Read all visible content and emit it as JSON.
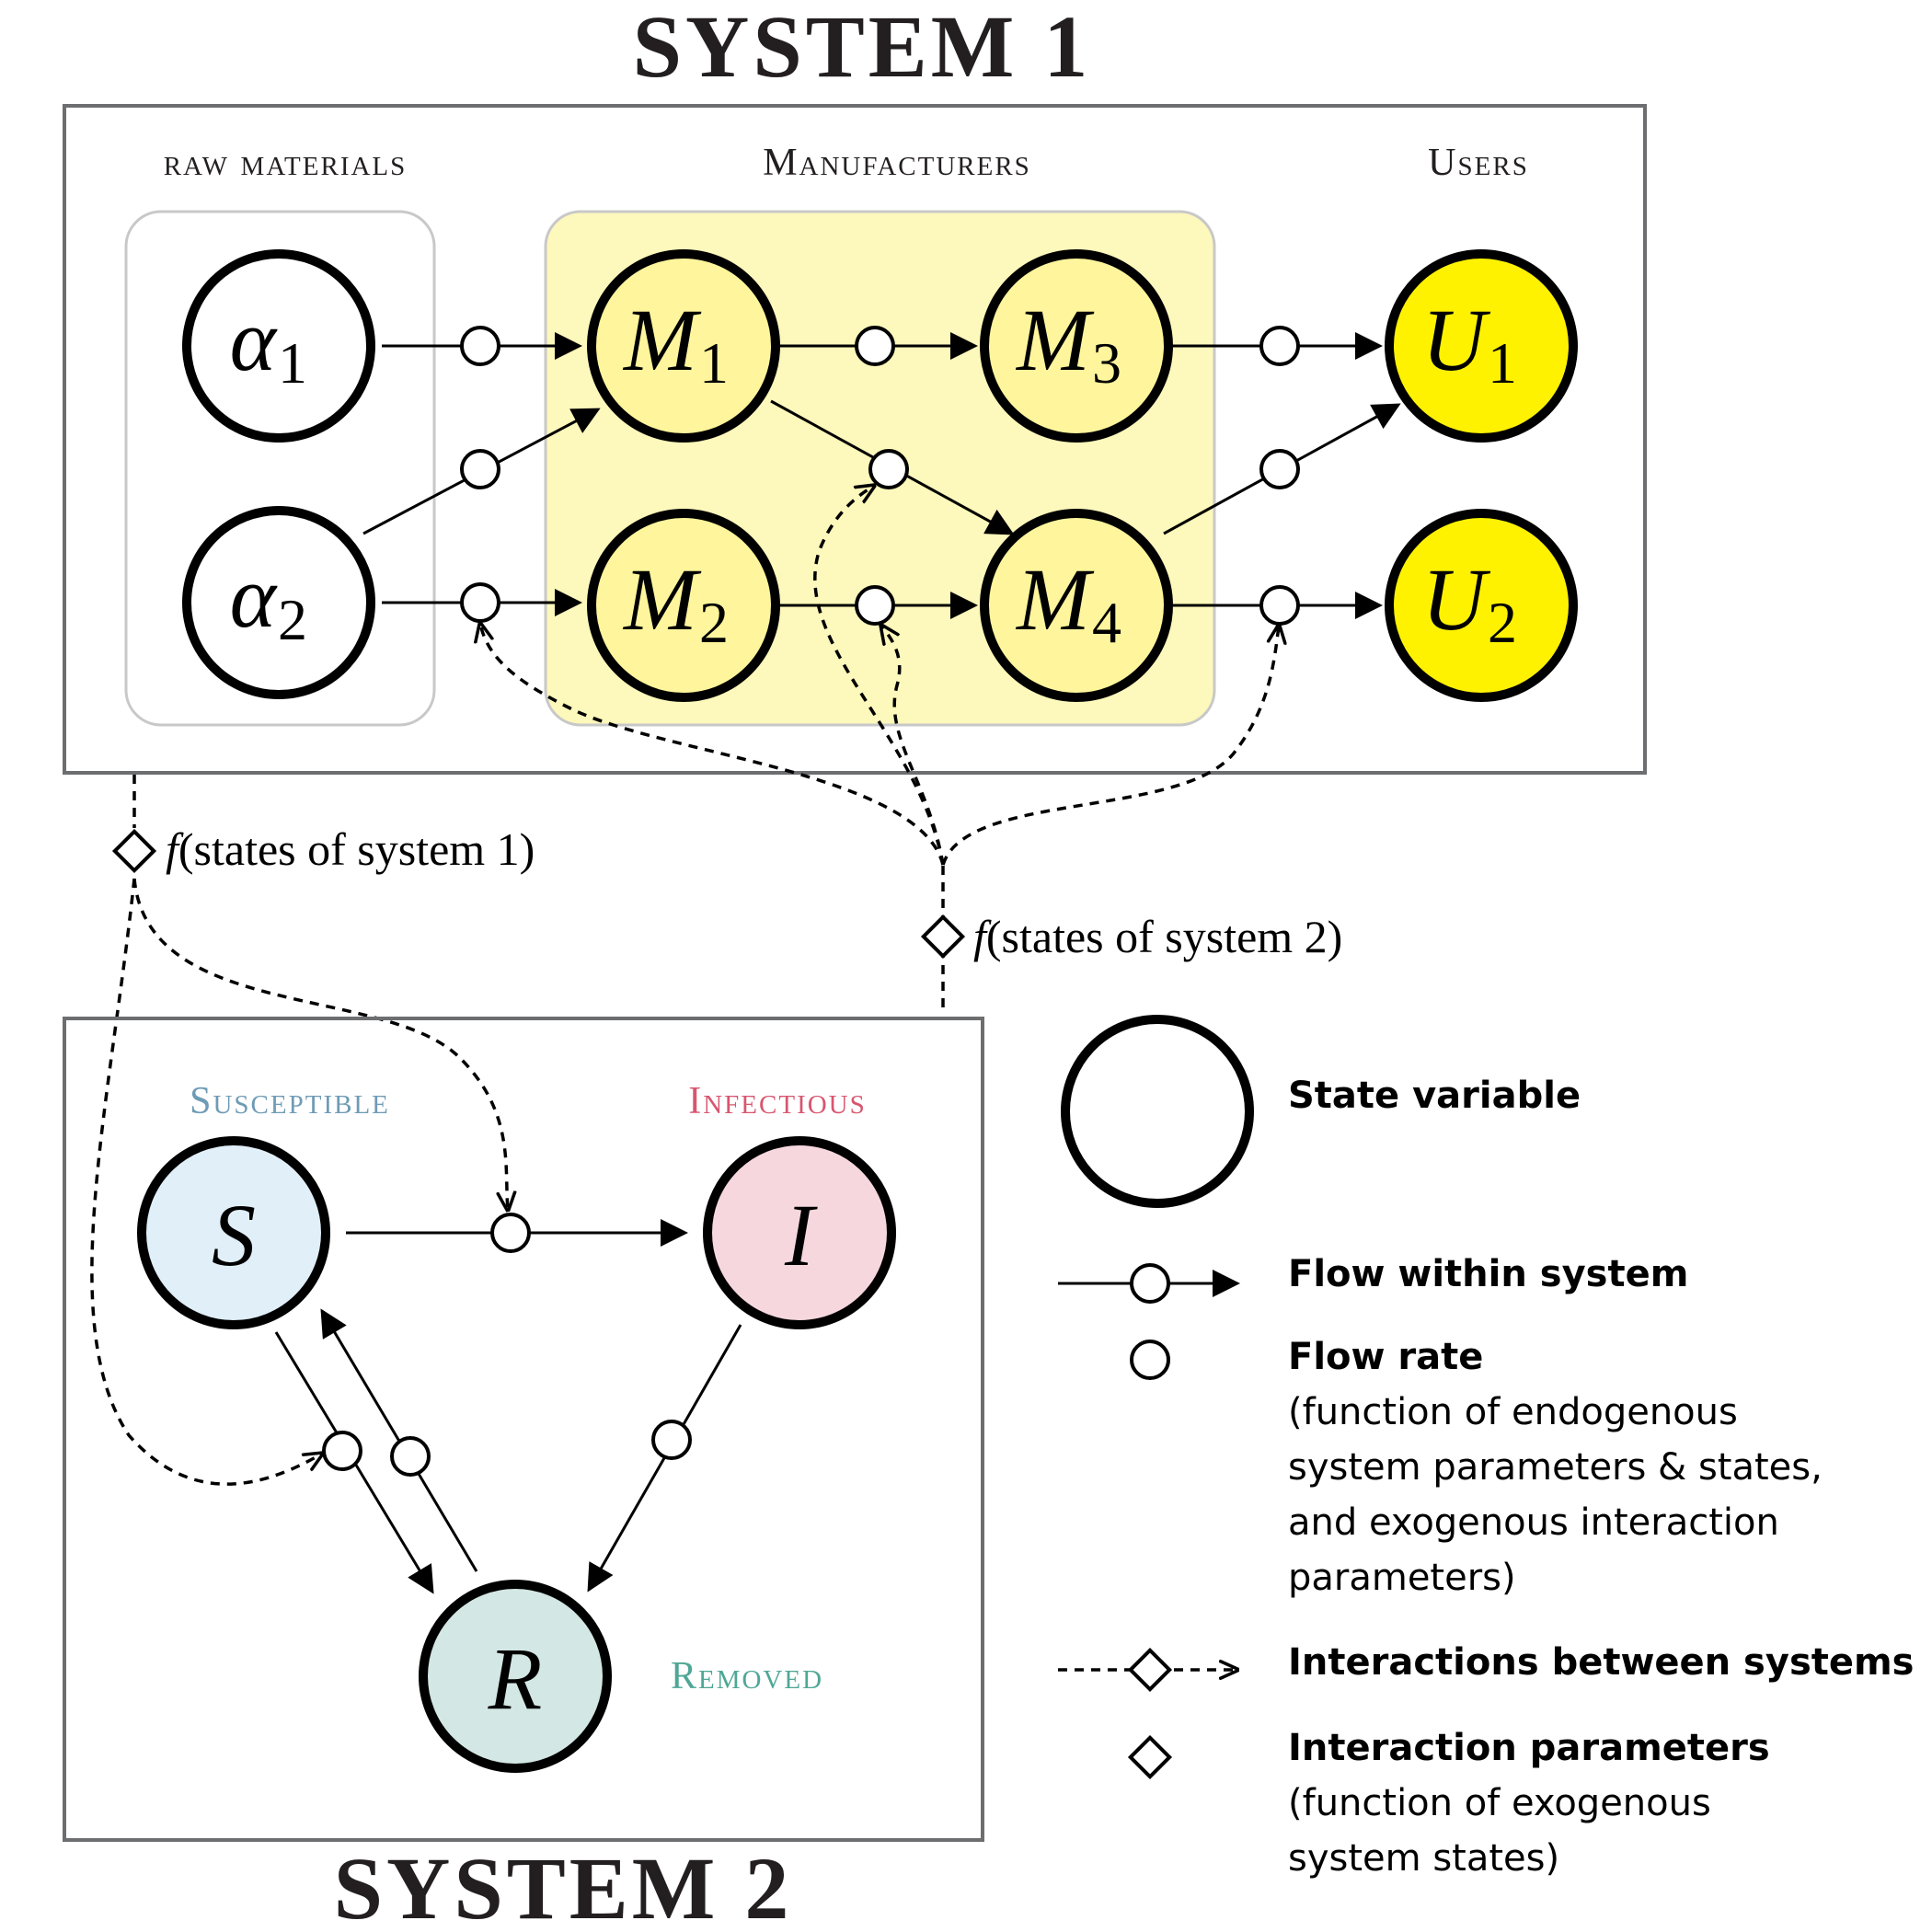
{
  "system1": {
    "title": "SYSTEM 1",
    "groups": {
      "raw": "raw materials",
      "manufacturers": "Manufacturers",
      "users": "Users"
    },
    "nodes": {
      "a1": {
        "var": "α",
        "sub": "1"
      },
      "a2": {
        "var": "α",
        "sub": "2"
      },
      "m1": {
        "var": "M",
        "sub": "1"
      },
      "m2": {
        "var": "M",
        "sub": "2"
      },
      "m3": {
        "var": "M",
        "sub": "3"
      },
      "m4": {
        "var": "M",
        "sub": "4"
      },
      "u1": {
        "var": "U",
        "sub": "1"
      },
      "u2": {
        "var": "U",
        "sub": "2"
      }
    }
  },
  "system2": {
    "title": "SYSTEM 2",
    "groups": {
      "susceptible": "Susceptible",
      "infectious": "Infectious",
      "removed": "Removed"
    },
    "nodes": {
      "s": {
        "var": "S"
      },
      "i": {
        "var": "I"
      },
      "r": {
        "var": "R"
      }
    }
  },
  "interactions": {
    "fn1": {
      "f": "f",
      "text": "(states of system 1)"
    },
    "fn2": {
      "f": "f",
      "text": "(states of system 2)"
    }
  },
  "legend": {
    "state_variable": "State variable",
    "flow_within": "Flow within system",
    "flow_rate": {
      "title": "Flow rate",
      "lines": [
        "(function of endogenous",
        "system parameters & states,",
        "and exogenous interaction",
        "parameters)"
      ]
    },
    "interactions_between": "Interactions between systems",
    "interaction_params": {
      "title": "Interaction parameters",
      "lines": [
        "(function of exogenous",
        "system states)"
      ]
    }
  },
  "colors": {
    "manufacturer_fill": "#fef59c",
    "manufacturer_group": "#fdf8bb",
    "user_fill": "#fff200",
    "susceptible_fill": "#e1eff9",
    "infectious_fill": "#f7d7de",
    "removed_fill": "#d3e7e4",
    "susceptible_label": "#6e9bb5",
    "infectious_label": "#d8566f",
    "removed_label": "#4fa795",
    "box_stroke": "#6d6e70"
  }
}
